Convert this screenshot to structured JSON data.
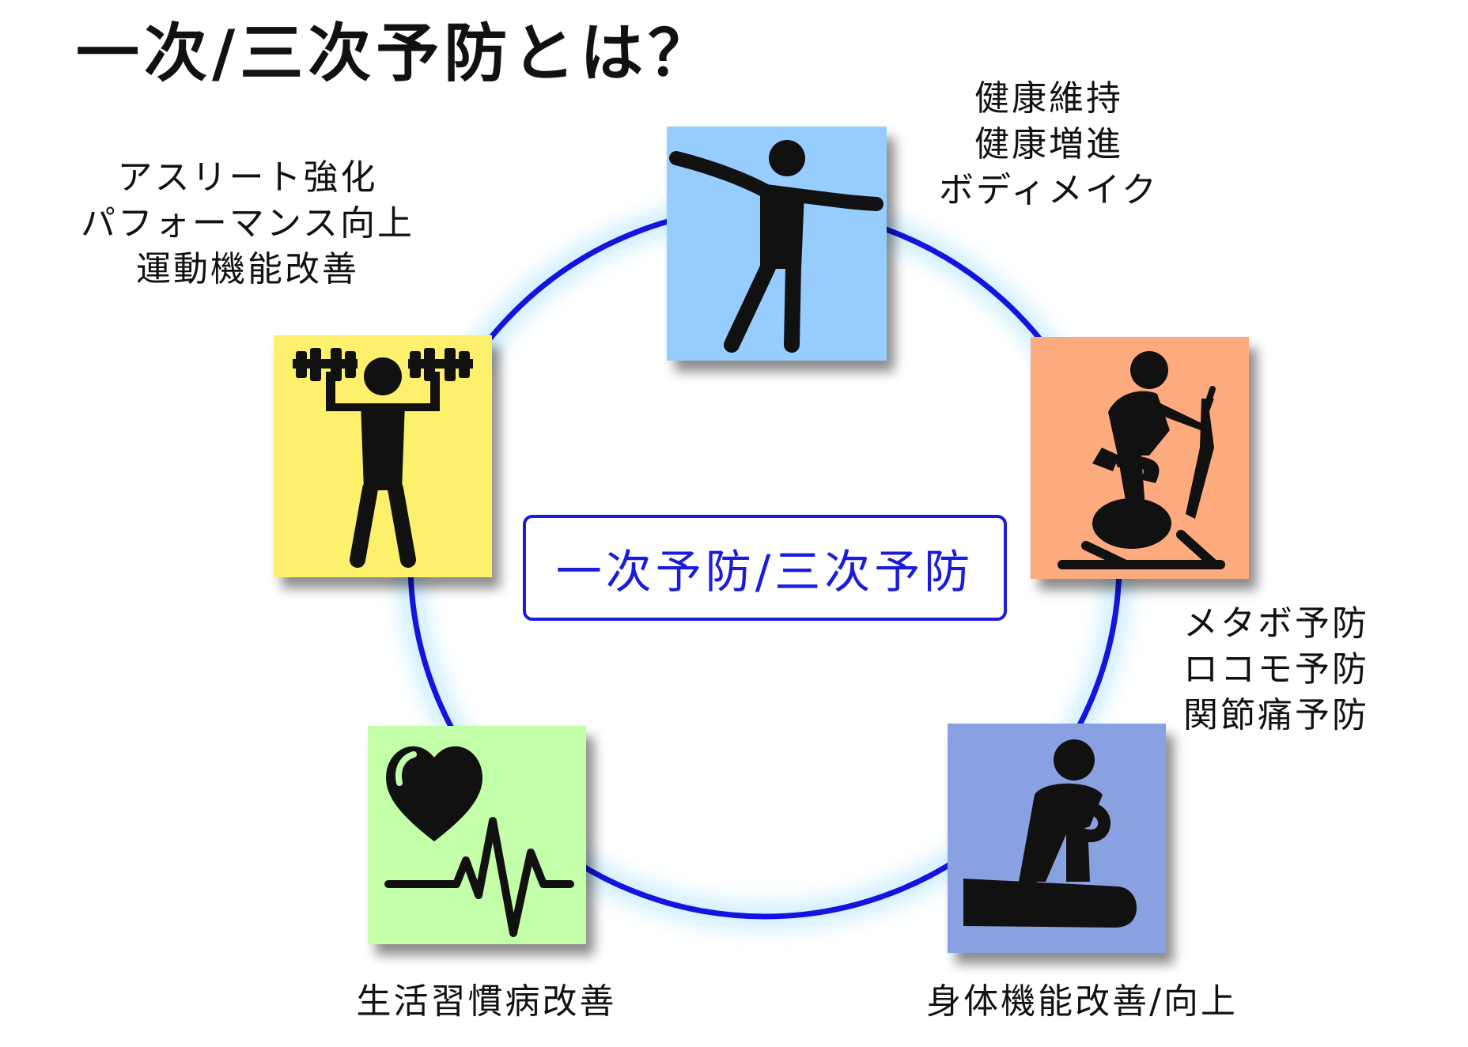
{
  "title": "一次/三次予防とは？",
  "center_label": "一次予防/三次予防",
  "colors": {
    "ring": "#1414e0",
    "ring_glow": "#8fd8ff",
    "center_text": "#1b1be0",
    "icon_fill": "#111111"
  },
  "cards": [
    {
      "name": "stretch",
      "icon": "stretching-person-icon",
      "color": "#96cdfe"
    },
    {
      "name": "exercise-bike",
      "icon": "exercise-bike-icon",
      "color": "#fdaa7e"
    },
    {
      "name": "rowing-machine",
      "icon": "rowing-machine-icon",
      "color": "#8aa1e1"
    },
    {
      "name": "heart",
      "icon": "heartbeat-icon",
      "color": "#c3ffa9"
    },
    {
      "name": "dumbbell",
      "icon": "dumbbell-lifting-icon",
      "color": "#fcf06c"
    }
  ],
  "descriptions": {
    "top_right": [
      "健康維持",
      "健康増進",
      "ボディメイク"
    ],
    "top_left": [
      "アスリート強化",
      "パフォーマンス向上",
      "運動機能改善"
    ],
    "right": [
      "メタボ予防",
      "ロコモ予防",
      "関節痛予防"
    ],
    "bottom_right": [
      "身体機能改善/向上"
    ],
    "bottom_left": [
      "生活習慣病改善"
    ]
  }
}
